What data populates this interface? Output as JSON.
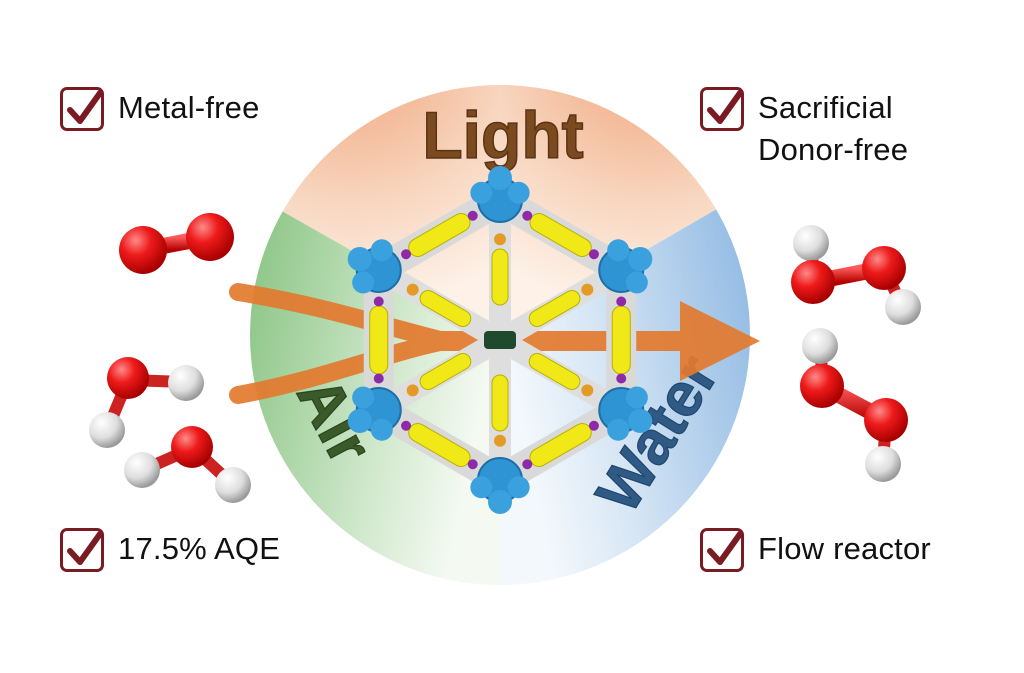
{
  "circle_labels": {
    "light": "Light",
    "air": "Air",
    "water": "Water"
  },
  "checklist": {
    "top_left": "Metal-free",
    "top_right_line1": "Sacrificial",
    "top_right_line2": "Donor-free",
    "bottom_left": "17.5% AQE",
    "bottom_right": "Flow reactor"
  },
  "colors": {
    "light_sector": "#f3b48f",
    "air_sector": "#8fc48a",
    "water_sector": "#9cc0e3",
    "light_text": "#7b4a1f",
    "air_text": "#3a5a2a",
    "water_text": "#2f5a86",
    "arrow": "#e37a2f",
    "checkbox": "#7a1a22",
    "oxygen": "#e00d12",
    "hydrogen": "#e8e8e8",
    "framework_node": "#2e94d4",
    "framework_linker": "#f1e817"
  },
  "icons": [
    "checkbox-checked-icon",
    "o2-molecule-icon",
    "h2o-molecule-icon",
    "h2o2-molecule-icon",
    "cof-framework-icon"
  ]
}
